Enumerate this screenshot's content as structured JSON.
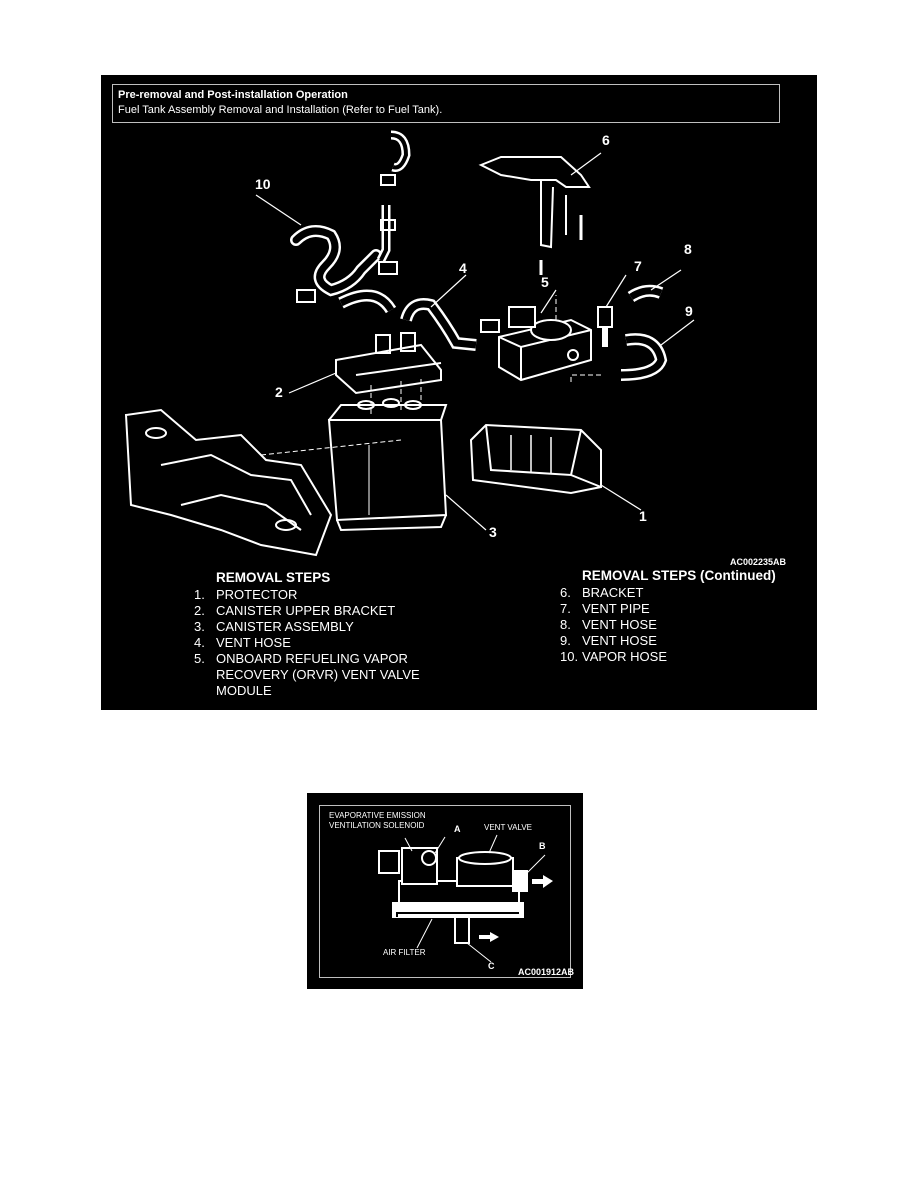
{
  "figure1": {
    "note_title": "Pre-removal and Post-installation Operation",
    "note_text": "Fuel Tank Assembly Removal and Installation (Refer to Fuel Tank).",
    "figure_code": "AC002235AB",
    "callouts": [
      "1",
      "2",
      "3",
      "4",
      "5",
      "6",
      "7",
      "8",
      "9",
      "10"
    ],
    "removal_steps": {
      "heading": "REMOVAL STEPS",
      "items": [
        {
          "num": "1.",
          "text": "PROTECTOR"
        },
        {
          "num": "2.",
          "text": "CANISTER UPPER BRACKET"
        },
        {
          "num": "3.",
          "text": "CANISTER ASSEMBLY"
        },
        {
          "num": "4.",
          "text": "VENT HOSE"
        },
        {
          "num": "5.",
          "text": "ONBOARD REFUELING VAPOR\nRECOVERY (ORVR) VENT VALVE\nMODULE"
        }
      ]
    },
    "removal_steps_continued": {
      "heading": "REMOVAL STEPS (Continued)",
      "items": [
        {
          "num": "6.",
          "text": "BRACKET"
        },
        {
          "num": "7.",
          "text": "VENT PIPE"
        },
        {
          "num": "8.",
          "text": "VENT HOSE"
        },
        {
          "num": "9.",
          "text": "VENT HOSE"
        },
        {
          "num": "10.",
          "text": "VAPOR HOSE"
        }
      ]
    }
  },
  "figure2": {
    "solenoid_label": "EVAPORATIVE EMISSION\nVENTILATION SOLENOID",
    "vent_valve_label": "VENT VALVE",
    "air_filter_label": "AIR FILTER",
    "port_a": "A",
    "port_b": "B",
    "port_c": "C",
    "figure_code": "AC001912AB"
  }
}
